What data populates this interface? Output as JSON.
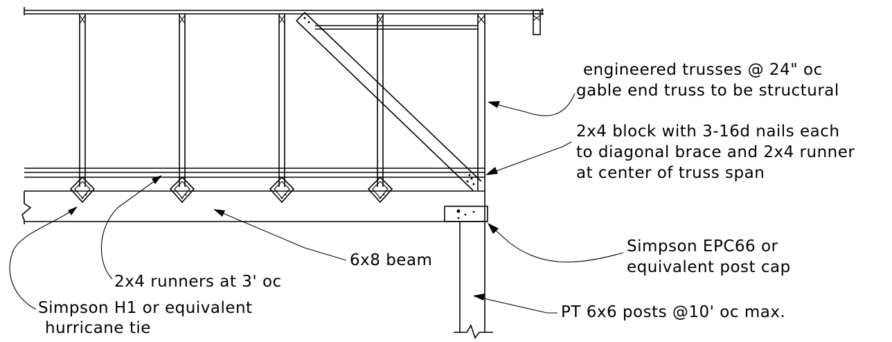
{
  "labels": {
    "trusses_line1": "engineered trusses @ 24\" oc",
    "trusses_line2": "gable end truss to be structural",
    "block_line1": "2x4 block with 3-16d nails each",
    "block_line2": "to diagonal brace and 2x4 runner",
    "block_line3": "at center of truss span",
    "postcap_line1": "Simpson EPC66 or",
    "postcap_line2": "equivalent post cap",
    "beam": "6x8 beam",
    "runners": "2x4 runners at 3' oc",
    "tie_line1": "Simpson H1 or equivalent",
    "tie_line2": "hurricane tie",
    "posts": "PT 6x6 posts @10' oc max."
  }
}
